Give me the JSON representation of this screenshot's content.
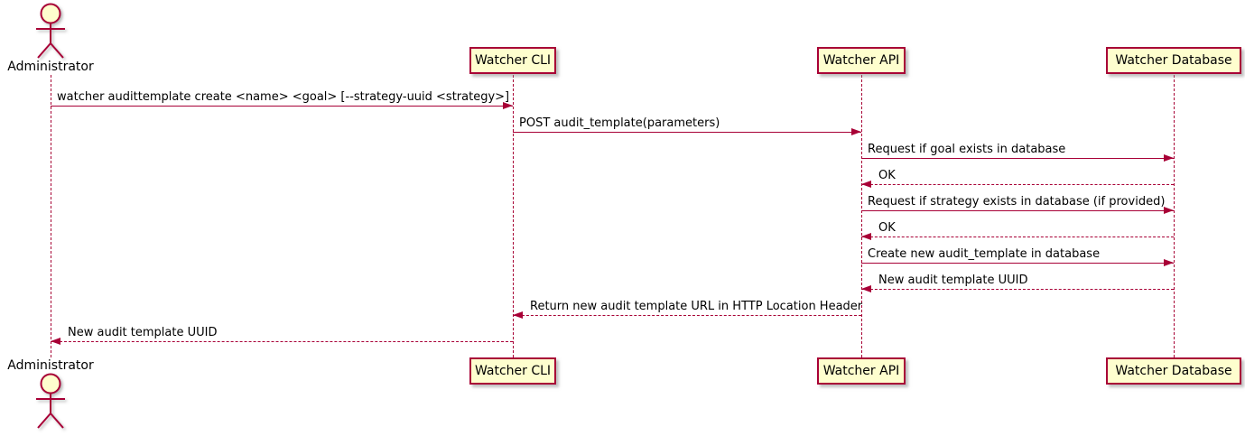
{
  "diagram": {
    "type": "sequence",
    "colors": {
      "accent": "#A80036",
      "participant_fill": "#FEFECE",
      "text": "#000000",
      "background": "#FFFFFF"
    },
    "participants": [
      {
        "id": "administrator",
        "label": "Administrator",
        "kind": "actor"
      },
      {
        "id": "watcher-cli",
        "label": "Watcher CLI",
        "kind": "participant"
      },
      {
        "id": "watcher-api",
        "label": "Watcher API",
        "kind": "participant"
      },
      {
        "id": "watcher-database",
        "label": "Watcher Database",
        "kind": "participant"
      }
    ],
    "messages": [
      {
        "text": "watcher audittemplate create <name> <goal> [--strategy-uuid <strategy>]",
        "from": "administrator",
        "to": "watcher-cli",
        "line": "solid"
      },
      {
        "text": "POST audit_template(parameters)",
        "from": "watcher-cli",
        "to": "watcher-api",
        "line": "solid"
      },
      {
        "text": "Request if goal exists in database",
        "from": "watcher-api",
        "to": "watcher-database",
        "line": "solid"
      },
      {
        "text": "OK",
        "from": "watcher-database",
        "to": "watcher-api",
        "line": "dashed"
      },
      {
        "text": "Request if strategy exists in database (if provided)",
        "from": "watcher-api",
        "to": "watcher-database",
        "line": "solid"
      },
      {
        "text": "OK",
        "from": "watcher-database",
        "to": "watcher-api",
        "line": "dashed"
      },
      {
        "text": "Create new audit_template in database",
        "from": "watcher-api",
        "to": "watcher-database",
        "line": "solid"
      },
      {
        "text": "New audit template UUID",
        "from": "watcher-database",
        "to": "watcher-api",
        "line": "dashed"
      },
      {
        "text": "Return new audit template URL in HTTP Location Header",
        "from": "watcher-api",
        "to": "watcher-cli",
        "line": "dashed"
      },
      {
        "text": "New audit template UUID",
        "from": "watcher-cli",
        "to": "administrator",
        "line": "dashed"
      }
    ]
  }
}
